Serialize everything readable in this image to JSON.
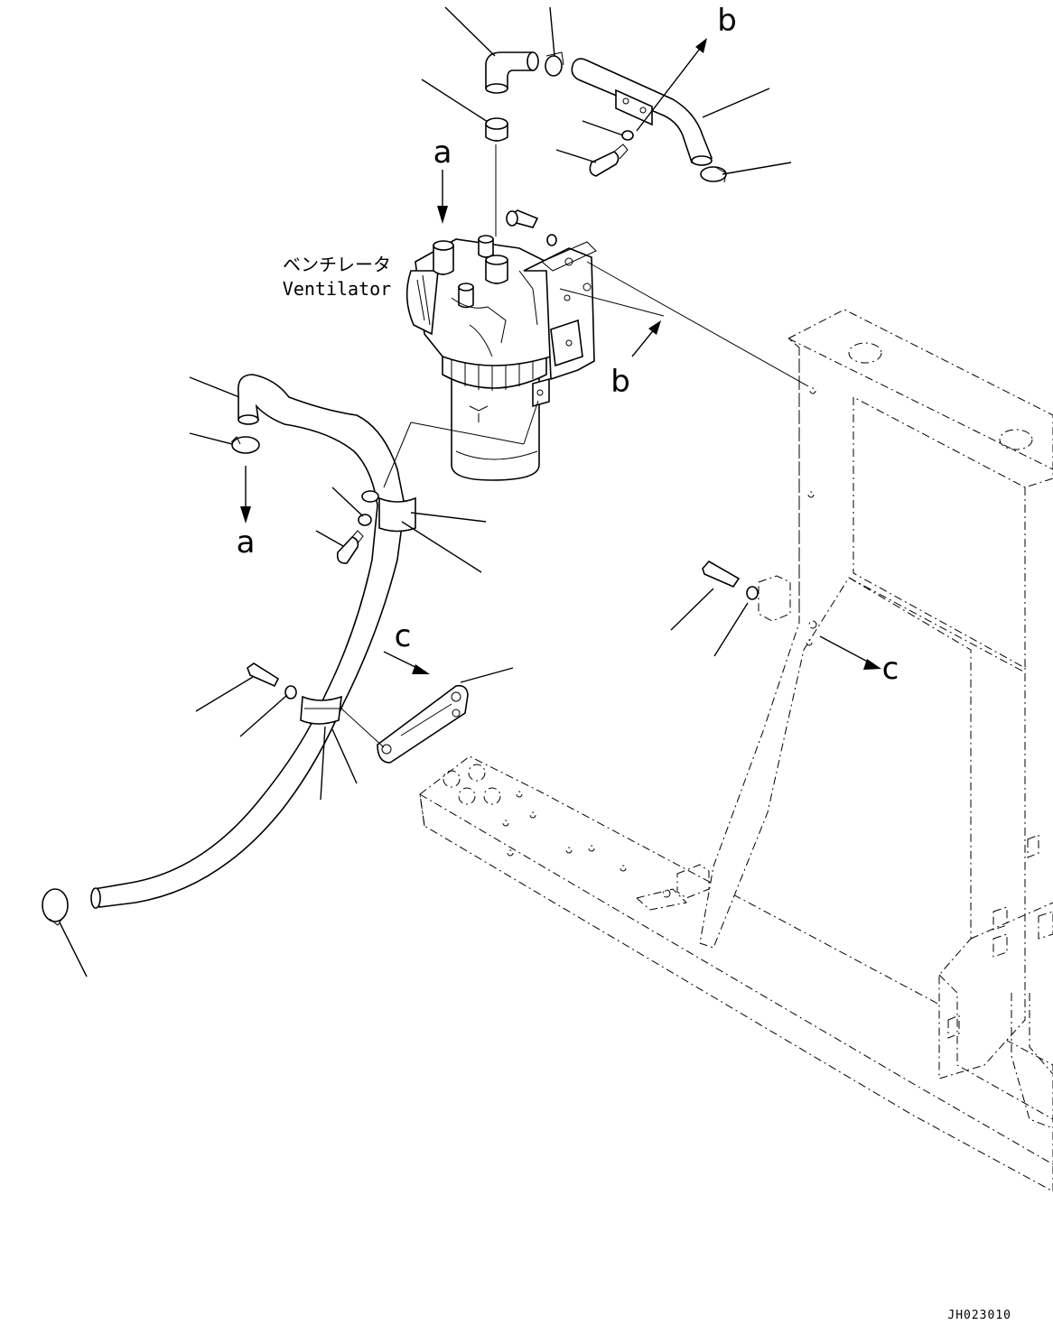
{
  "callout_letters": {
    "a_top": "a",
    "a_bottom": "a",
    "b_top": "b",
    "b_side": "b",
    "c_left": "c",
    "c_right": "c"
  },
  "component_label": {
    "japanese": "ベンチレータ",
    "english": "Ventilator"
  },
  "drawing_code": "JH023010"
}
